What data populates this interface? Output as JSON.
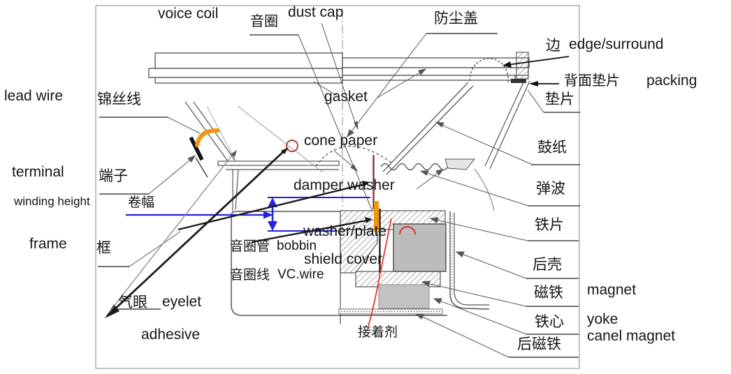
{
  "diagram_title": "speaker cross-section part diagram",
  "labels": {
    "voice_coil": "voice coil",
    "voice_coil_cn": "音圈",
    "dust_cap": "dust cap",
    "dust_cap_cn": "防尘盖",
    "edge_cn": "边",
    "edge": "edge/surround",
    "packing_cn": "背面垫片",
    "packing": "packing",
    "spacer_cn": "垫片",
    "lead_wire": "lead wire",
    "lead_wire_cn": "锦丝线",
    "gasket": "gasket",
    "cone_paper": "cone paper",
    "cone_cn": "鼓纸",
    "terminal": "terminal",
    "terminal_cn": "端子",
    "damper_washer": "damper washer",
    "damper_cn": "弹波",
    "winding_height": "winding height",
    "winding_height_cn": "卷幅",
    "washer_plate": "washer/plate",
    "washer_cn": "铁片",
    "frame": "frame",
    "frame_cn": "框",
    "bobbin_cn": "音圈管",
    "bobbin": "bobbin",
    "shield_cover": "shield cover",
    "back_shell_cn": "后壳",
    "vc_wire_cn": "音圈线",
    "vc_wire": "VC.wire",
    "magnet_cn": "磁铁",
    "magnet": "magnet",
    "eyelet_cn": "气眼",
    "eyelet": "eyelet",
    "yoke_cn": "铁心",
    "yoke": "yoke",
    "adhesive": "adhesive",
    "adhesive_cn": "接着剂",
    "rear_magnet_cn": "后磁铁",
    "canel_magnet": "canel magnet"
  },
  "colors": {
    "dimension_blue": "#2222dd",
    "voice_coil_orange": "#f2960f",
    "adhesive_red": "#e23030",
    "bobbin_dark_red": "#8a3535",
    "magnet_gray": "#bcbcbc",
    "line_dark": "#444444",
    "border_gray": "#999999"
  }
}
